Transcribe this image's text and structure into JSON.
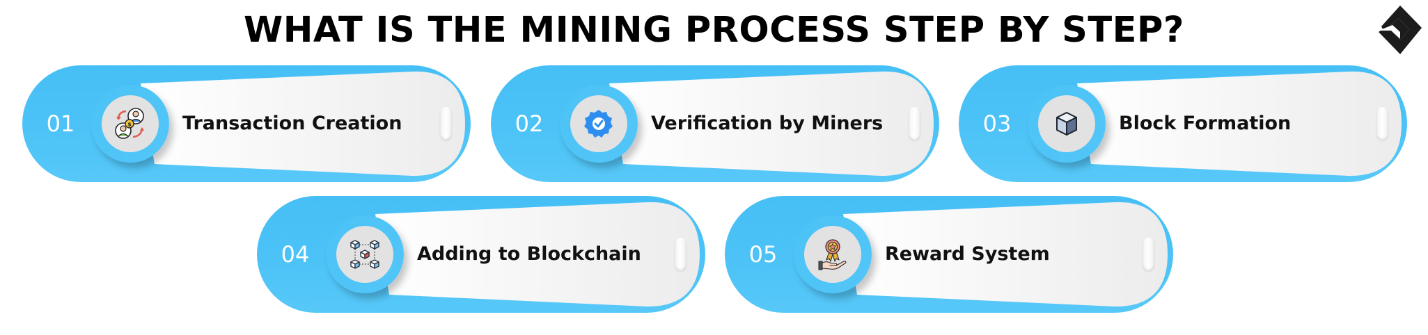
{
  "header": {
    "title": "WHAT IS THE MINING PROCESS STEP BY STEP?",
    "logo": "brand-logo-m-icon"
  },
  "colors": {
    "accent_blue": "#4ac1f6",
    "panel": "#eeeeee",
    "icon_disc": "#e2e2e2",
    "title": "#000000",
    "label": "#111111",
    "number": "#ffffff"
  },
  "steps": [
    {
      "number": "01",
      "label": "Transaction Creation",
      "icon": "transaction-exchange-icon"
    },
    {
      "number": "02",
      "label": "Verification by Miners",
      "icon": "verified-badge-icon"
    },
    {
      "number": "03",
      "label": "Block Formation",
      "icon": "cube-block-icon"
    },
    {
      "number": "04",
      "label": "Adding to Blockchain",
      "icon": "blockchain-network-icon"
    },
    {
      "number": "05",
      "label": "Reward System",
      "icon": "reward-medal-hand-icon"
    }
  ]
}
